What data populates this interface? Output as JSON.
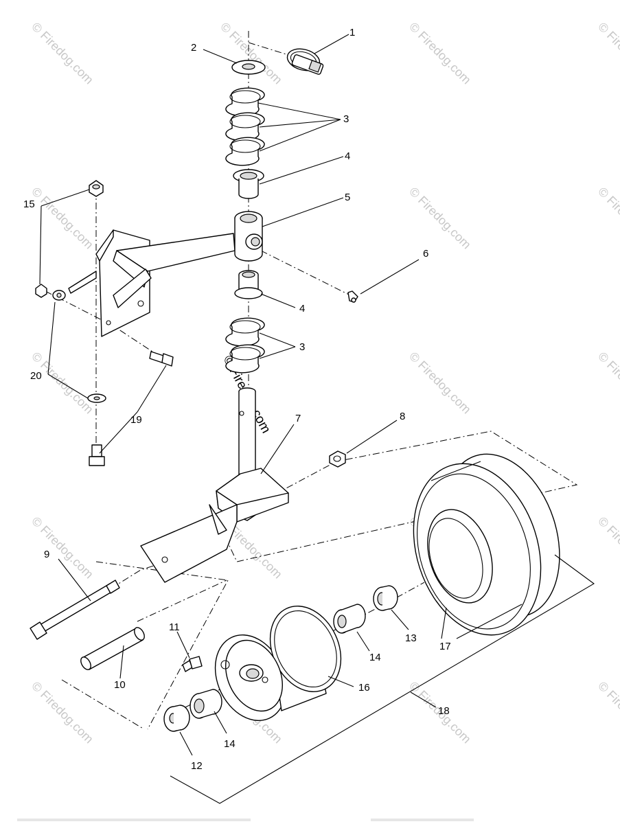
{
  "diagram": {
    "callouts": [
      "1",
      "2",
      "3",
      "4",
      "5",
      "6",
      "4",
      "3",
      "7",
      "8",
      "9",
      "10",
      "11",
      "12",
      "13",
      "14",
      "14",
      "15",
      "16",
      "17",
      "18",
      "19",
      "20"
    ],
    "watermark": "© Firedog.com",
    "colors": {
      "line": "#000000",
      "background": "#ffffff",
      "watermark": "#c8c8c8"
    }
  }
}
